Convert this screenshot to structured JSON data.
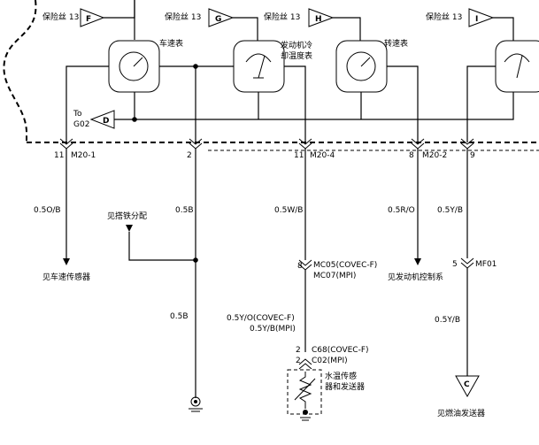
{
  "fuses": [
    {
      "label": "保险丝 13",
      "letter": "F"
    },
    {
      "label": "保险丝 13",
      "letter": "G"
    },
    {
      "label": "保险丝 13",
      "letter": "H"
    },
    {
      "label": "保险丝 13",
      "letter": "I"
    }
  ],
  "gauges": {
    "speedometer": "车速表",
    "coolant_temp_line1": "发动机冷",
    "coolant_temp_line2": "却温度表",
    "tachometer": "转速表"
  },
  "offpage": {
    "to_line1": "To",
    "to_line2": "G02",
    "letter_d": "D",
    "letter_c": "C"
  },
  "connectors": {
    "m20_1": {
      "pin": "11",
      "name": "M20-1"
    },
    "pin2": {
      "pin": "2"
    },
    "m20_4": {
      "pin": "11",
      "name": "M20-4"
    },
    "m20_2": {
      "pin": "8",
      "name": "M20-2"
    },
    "pin9": {
      "pin": "9"
    },
    "mc05": {
      "pin": "8",
      "line1": "MC05(COVEC-F)",
      "line2": "MC07(MPI)"
    },
    "mf01": {
      "pin": "5",
      "name": "MF01"
    },
    "c68": {
      "pin1": "2",
      "pin2": "2",
      "line1": "C68(COVEC-F)",
      "line2": "C02(MPI)"
    }
  },
  "wires": {
    "w1": "0.5O/B",
    "w2": "0.5B",
    "w3": "0.5W/B",
    "w4": "0.5R/O",
    "w5": "0.5Y/B",
    "w6": "0.5B",
    "w7": "0.5Y/B",
    "w8_line1": "0.5Y/O(COVEC-F)",
    "w8_line2": "0.5Y/B(MPI)"
  },
  "refs": {
    "ground_dist": "见搭铁分配",
    "speed_sensor": "见车速传感器",
    "engine_control": "见发动机控制系",
    "fuel_sender": "见燃油发送器",
    "temp_sensor_line1": "水温传感",
    "temp_sensor_line2": "器和发送器"
  }
}
